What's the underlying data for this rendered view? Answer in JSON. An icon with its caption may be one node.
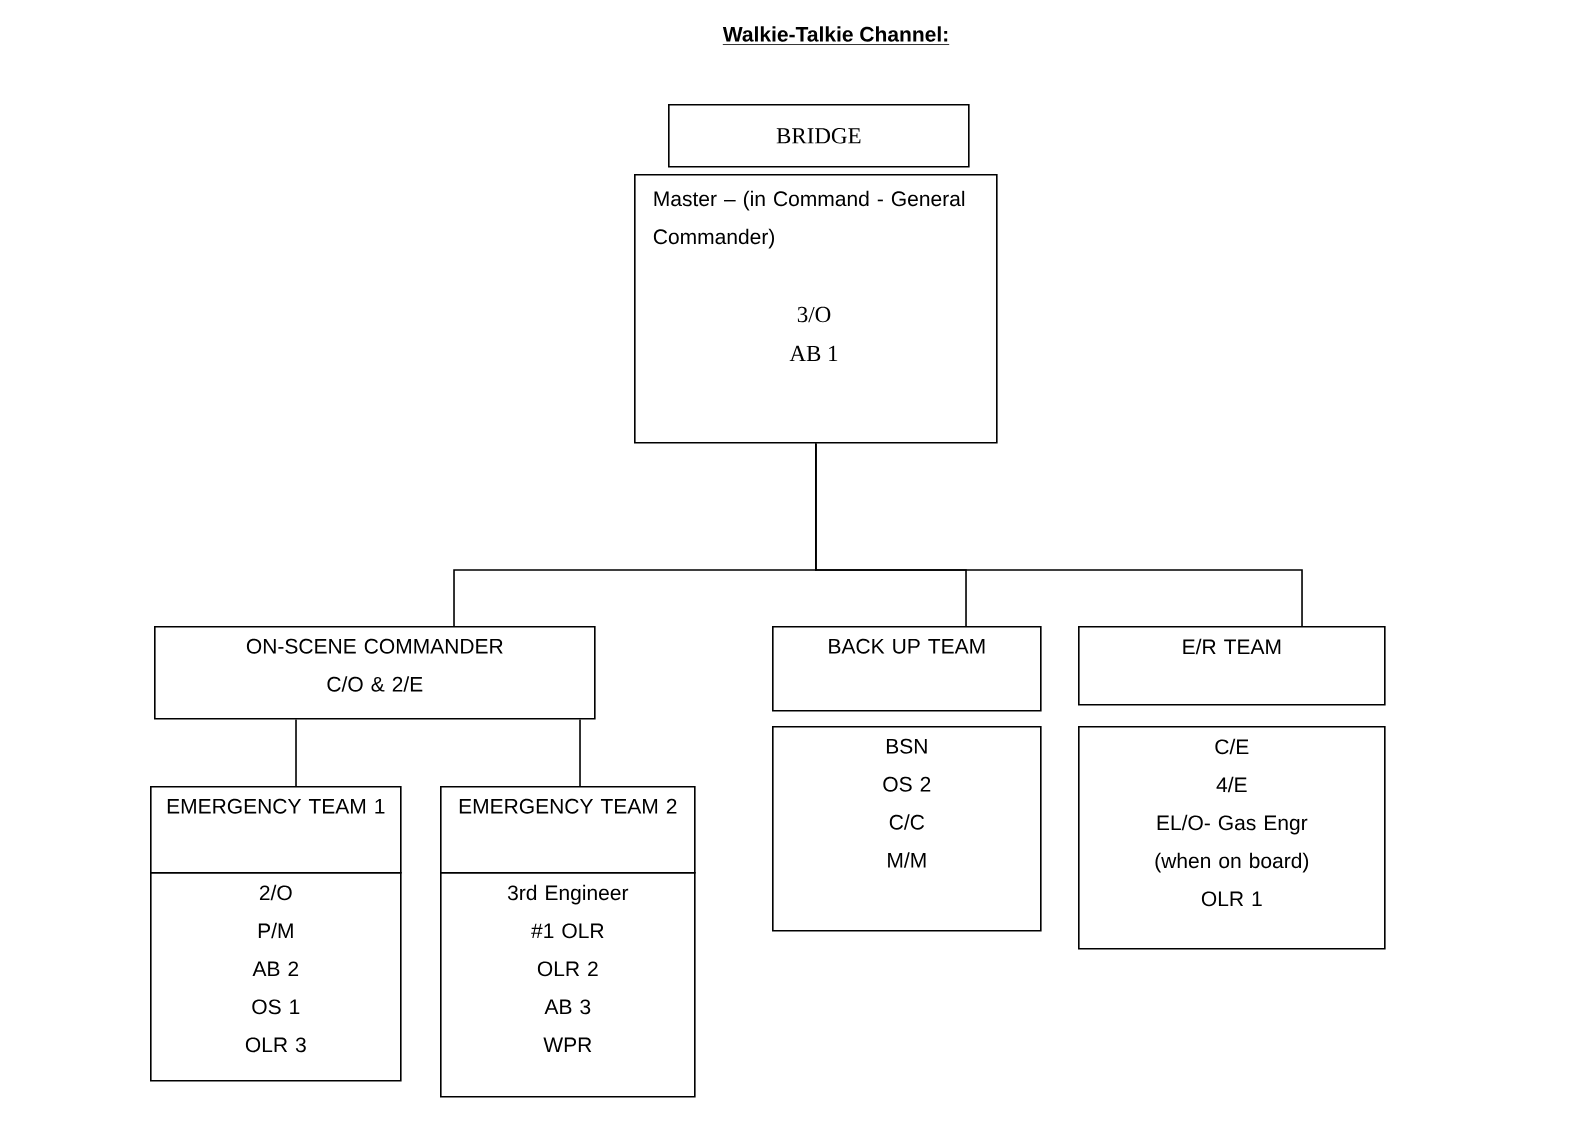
{
  "diagram": {
    "title": "Walkie-Talkie Channel:",
    "nodes": [
      {
        "text": [
          "BRIDGE"
        ]
      },
      {
        "text": [
          "Master – (in Command - General Commander)",
          "3/O",
          "AB 1"
        ]
      },
      {
        "text": [
          "ON-SCENE COMMANDER",
          "C/O & 2/E"
        ]
      },
      {
        "text": [
          "BACK UP TEAM"
        ]
      },
      {
        "text": [
          "E/R TEAM"
        ]
      },
      {
        "text": [
          "EMERGENCY TEAM 1"
        ]
      },
      {
        "text": [
          "2/O",
          "P/M",
          "AB 2",
          "OS 1",
          "OLR 3"
        ]
      },
      {
        "text": [
          "EMERGENCY TEAM 2"
        ]
      },
      {
        "text": [
          "3rd Engineer",
          "#1 OLR",
          "OLR 2",
          "AB 3",
          "WPR"
        ]
      },
      {
        "text": [
          "BSN",
          "OS 2",
          "C/C",
          "M/M"
        ]
      },
      {
        "text": [
          "C/E",
          "4/E",
          "EL/O- Gas Engr (when on board)",
          "OLR 1"
        ]
      }
    ],
    "edges": [
      {
        "from": 1,
        "to": 2,
        "arrow": "none"
      },
      {
        "from": 1,
        "to": 3,
        "arrow": "none"
      },
      {
        "from": 1,
        "to": 4,
        "arrow": "none"
      },
      {
        "from": 2,
        "to": 5,
        "arrow": "none"
      },
      {
        "from": 2,
        "to": 7,
        "arrow": "none"
      }
    ]
  }
}
